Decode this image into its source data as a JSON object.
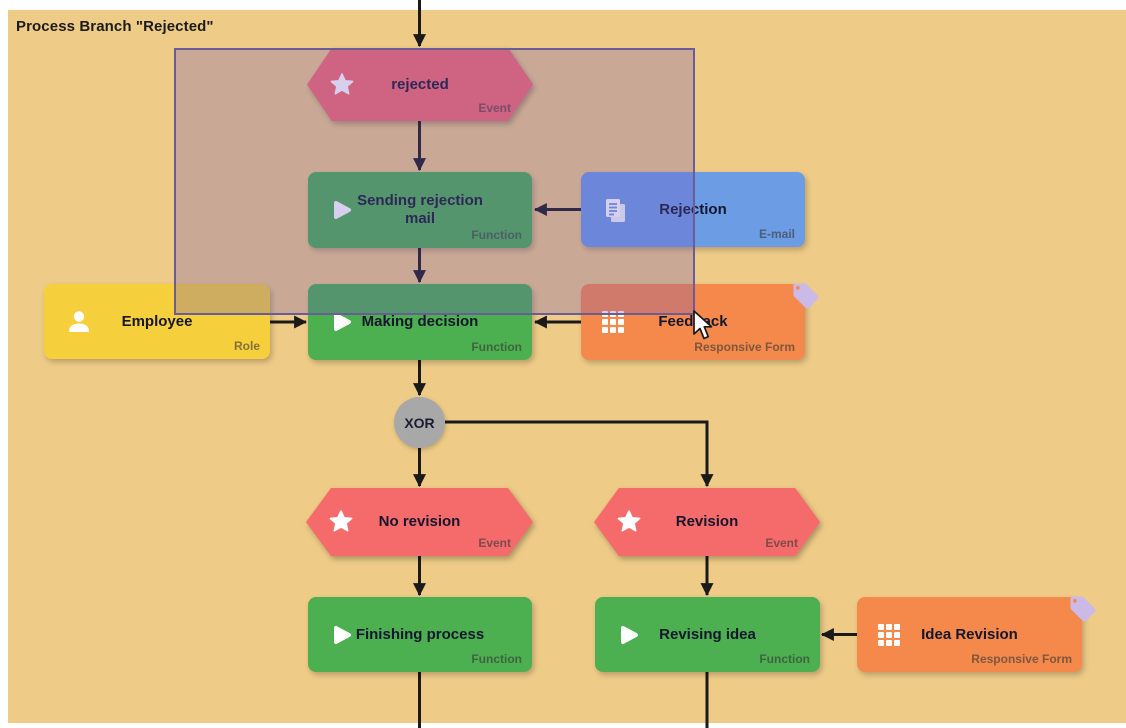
{
  "diagram": {
    "title": "Process Branch \"Rejected\"",
    "nodes": {
      "rejected": {
        "label": "rejected",
        "type": "Event"
      },
      "sending_rejection_mail": {
        "label": "Sending rejection mail",
        "type": "Function"
      },
      "rejection": {
        "label": "Rejection",
        "type": "E-mail"
      },
      "employee": {
        "label": "Employee",
        "type": "Role"
      },
      "making_decision": {
        "label": "Making decision",
        "type": "Function"
      },
      "feedback": {
        "label": "Feedback",
        "type": "Responsive Form"
      },
      "xor": {
        "label": "XOR"
      },
      "no_revision": {
        "label": "No revision",
        "type": "Event"
      },
      "revision": {
        "label": "Revision",
        "type": "Event"
      },
      "finishing_process": {
        "label": "Finishing process",
        "type": "Function"
      },
      "revising_idea": {
        "label": "Revising idea",
        "type": "Function"
      },
      "idea_revision": {
        "label": "Idea Revision",
        "type": "Responsive Form"
      }
    },
    "edges": [
      {
        "from": "offscreen-top",
        "to": "rejected"
      },
      {
        "from": "rejected",
        "to": "sending_rejection_mail"
      },
      {
        "from": "rejection",
        "to": "sending_rejection_mail"
      },
      {
        "from": "sending_rejection_mail",
        "to": "making_decision"
      },
      {
        "from": "employee",
        "to": "making_decision"
      },
      {
        "from": "feedback",
        "to": "making_decision"
      },
      {
        "from": "making_decision",
        "to": "xor"
      },
      {
        "from": "xor",
        "to": "no_revision"
      },
      {
        "from": "xor",
        "to": "revision"
      },
      {
        "from": "no_revision",
        "to": "finishing_process"
      },
      {
        "from": "revision",
        "to": "revising_idea"
      },
      {
        "from": "idea_revision",
        "to": "revising_idea"
      },
      {
        "from": "finishing_process",
        "to": "offscreen-bottom"
      },
      {
        "from": "revising_idea",
        "to": "offscreen-bottom"
      }
    ],
    "colors": {
      "canvas": "#eecb87",
      "event": "#f56b6b",
      "function": "#4caf50",
      "email": "#6c9ce4",
      "role": "#f6d03c",
      "responsive_form": "#f5894b",
      "connector": "#a8a8a8",
      "line": "#1a1a1a",
      "tag": "#cbb9e8",
      "selection_fill": "rgba(106,82,190,0.28)",
      "selection_border": "#6a5c96"
    }
  }
}
